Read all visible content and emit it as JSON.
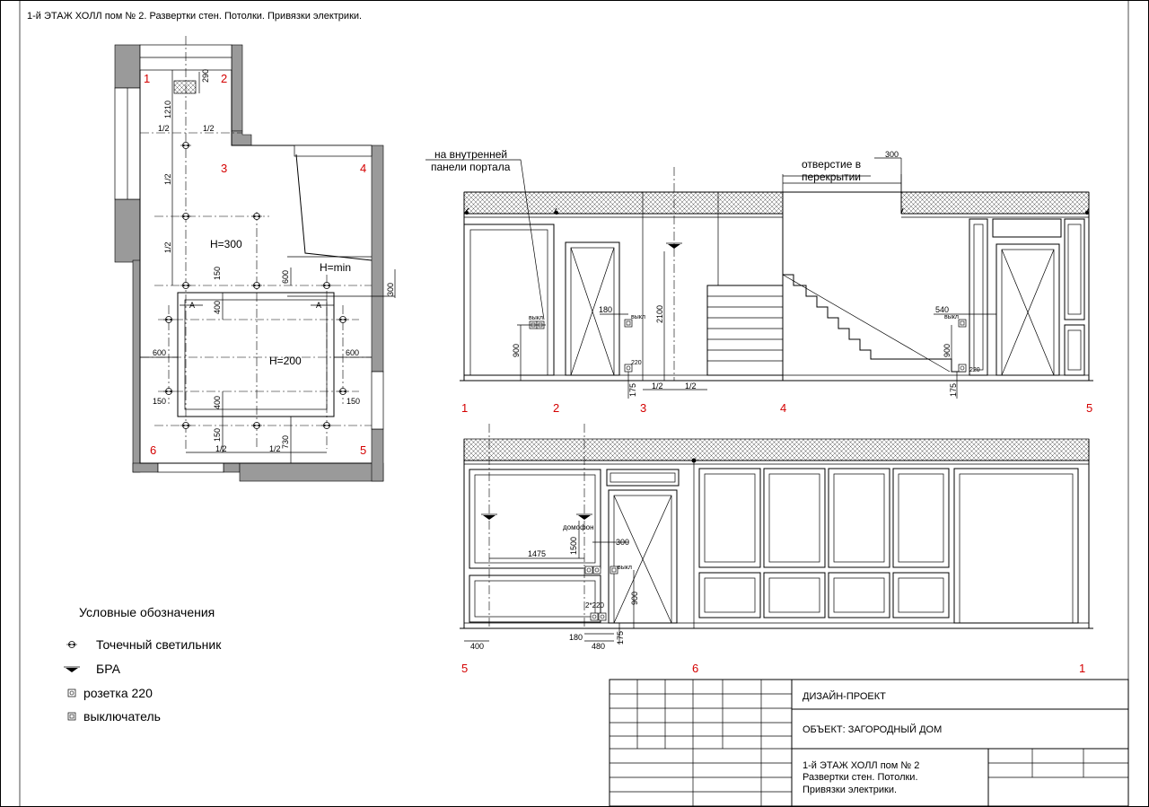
{
  "sheet": {
    "header": "1-й ЭТАЖ  ХОЛЛ пом № 2. Развертки стен. Потолки. Привязки электрики."
  },
  "plan": {
    "corners": [
      "1",
      "2",
      "3",
      "4",
      "5",
      "6"
    ],
    "heights": {
      "main": "H=300",
      "min": "H=min",
      "lowered": "H=200"
    },
    "section_mark": "A",
    "dims": {
      "d290": "290",
      "d1210": "1210",
      "half": "1/2",
      "d150": "150",
      "d600": "600",
      "d300": "300",
      "d400": "400",
      "d730": "730"
    }
  },
  "elevation_top": {
    "note_portal": "на внутренней панели портала",
    "note_opening": "отверстие в перекрытии",
    "switch": "выкл",
    "socket": "220",
    "labels": [
      "1",
      "2",
      "3",
      "4",
      "5"
    ],
    "dims": {
      "d900": "900",
      "d180": "180",
      "d2100": "2100",
      "d175": "175",
      "half": "1/2",
      "d540": "540",
      "d300": "300"
    }
  },
  "elevation_bottom": {
    "intercom": "домофон",
    "switch": "выкл",
    "socket2": "2*220",
    "labels": [
      "5",
      "6",
      "1"
    ],
    "dims": {
      "d1475": "1475",
      "d1500": "1500",
      "d300": "300",
      "d900": "900",
      "d400": "400",
      "d180": "180",
      "d480": "480",
      "d175": "175"
    }
  },
  "legend": {
    "title": "Условные обозначения",
    "items": [
      {
        "icon": "spotlight-icon",
        "label": "Точечный светильник"
      },
      {
        "icon": "sconce-icon",
        "label": "БРА"
      },
      {
        "icon": "socket-icon",
        "label": "розетка 220"
      },
      {
        "icon": "switch-icon",
        "label": "выключатель"
      }
    ]
  },
  "title_block": {
    "project": "ДИЗАЙН-ПРОЕКТ",
    "object": "ОБЪЕКТ: ЗАГОРОДНЫЙ ДОМ",
    "sheet_line1": "1-й ЭТАЖ  ХОЛЛ пом № 2",
    "sheet_line2": "Развертки стен. Потолки.",
    "sheet_line3": "Привязки электрики."
  }
}
